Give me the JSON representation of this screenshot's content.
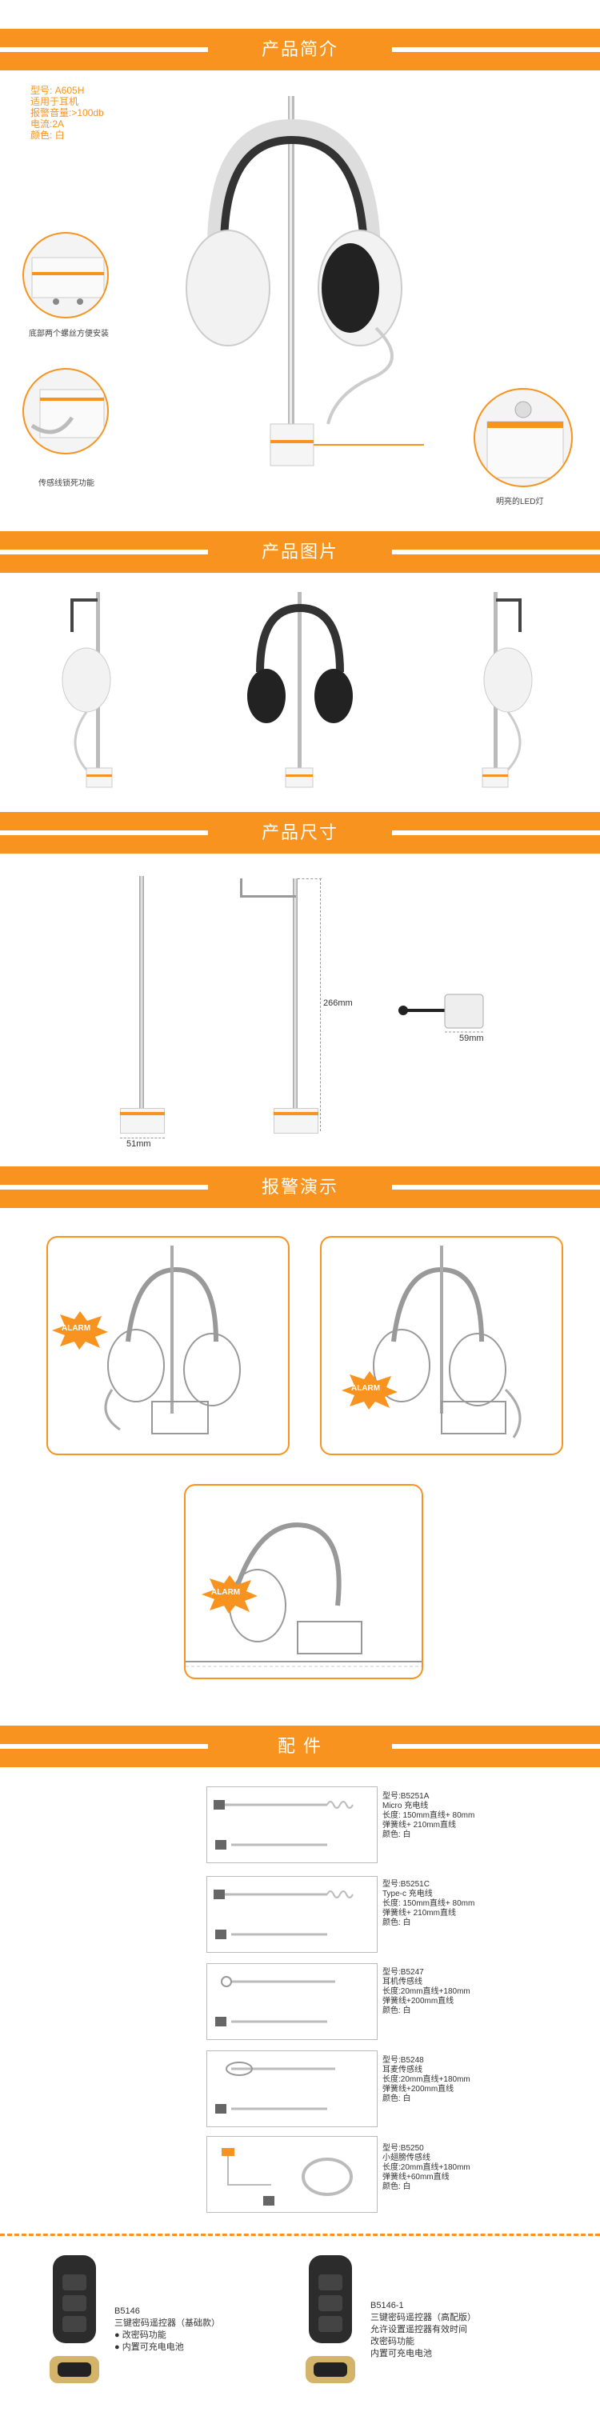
{
  "sections": {
    "intro": "产品简介",
    "pictures": "产品图片",
    "dimensions": "产品尺寸",
    "alarm_demo": "报警演示",
    "accessories": "配  件"
  },
  "intro": {
    "specs": [
      "型号: A605H",
      "适用于耳机",
      "报警音量:>100db",
      "电流:2A",
      "颜色: 白"
    ],
    "caption_bottom_screws": "底部两个螺丝方便安装",
    "caption_sensor": "传感线锁死功能",
    "caption_led": "明亮的LED灯"
  },
  "dimensions": {
    "height": "266mm",
    "base_width": "51mm",
    "side_width": "59mm"
  },
  "alarm_label": "ALARM",
  "accessories": [
    {
      "lines": [
        "型号:B5251A",
        "Micro 充电线",
        "长度: 150mm直线+ 80mm",
        "弹簧线+ 210mm直线",
        "颜色: 白"
      ]
    },
    {
      "lines": [
        "型号:B5251C",
        "Type-c 充电线",
        "长度: 150mm直线+ 80mm",
        "弹簧线+ 210mm直线",
        "颜色: 白"
      ]
    },
    {
      "lines": [
        "型号:B5247",
        "耳机传感线",
        "长度:20mm直线+180mm",
        "弹簧线+200mm直线",
        "颜色: 白"
      ]
    },
    {
      "lines": [
        "型号:B5248",
        "耳麦传感线",
        "长度:20mm直线+180mm",
        "弹簧线+200mm直线",
        "颜色: 白"
      ]
    },
    {
      "lines": [
        "型号:B5250",
        "小翅膀传感线",
        "长度:20mm直线+180mm",
        "弹簧线+60mm直线",
        "颜色: 白"
      ]
    }
  ],
  "remotes": [
    {
      "model": "B5146",
      "lines": [
        "三键密码遥控器（基础款）",
        "● 改密码功能",
        "● 内置可充电电池"
      ]
    },
    {
      "model": "B5146-1",
      "lines": [
        "三键密码遥控器（高配版）",
        "允许设置遥控器有效时间",
        "改密码功能",
        "内置可充电电池"
      ]
    }
  ]
}
